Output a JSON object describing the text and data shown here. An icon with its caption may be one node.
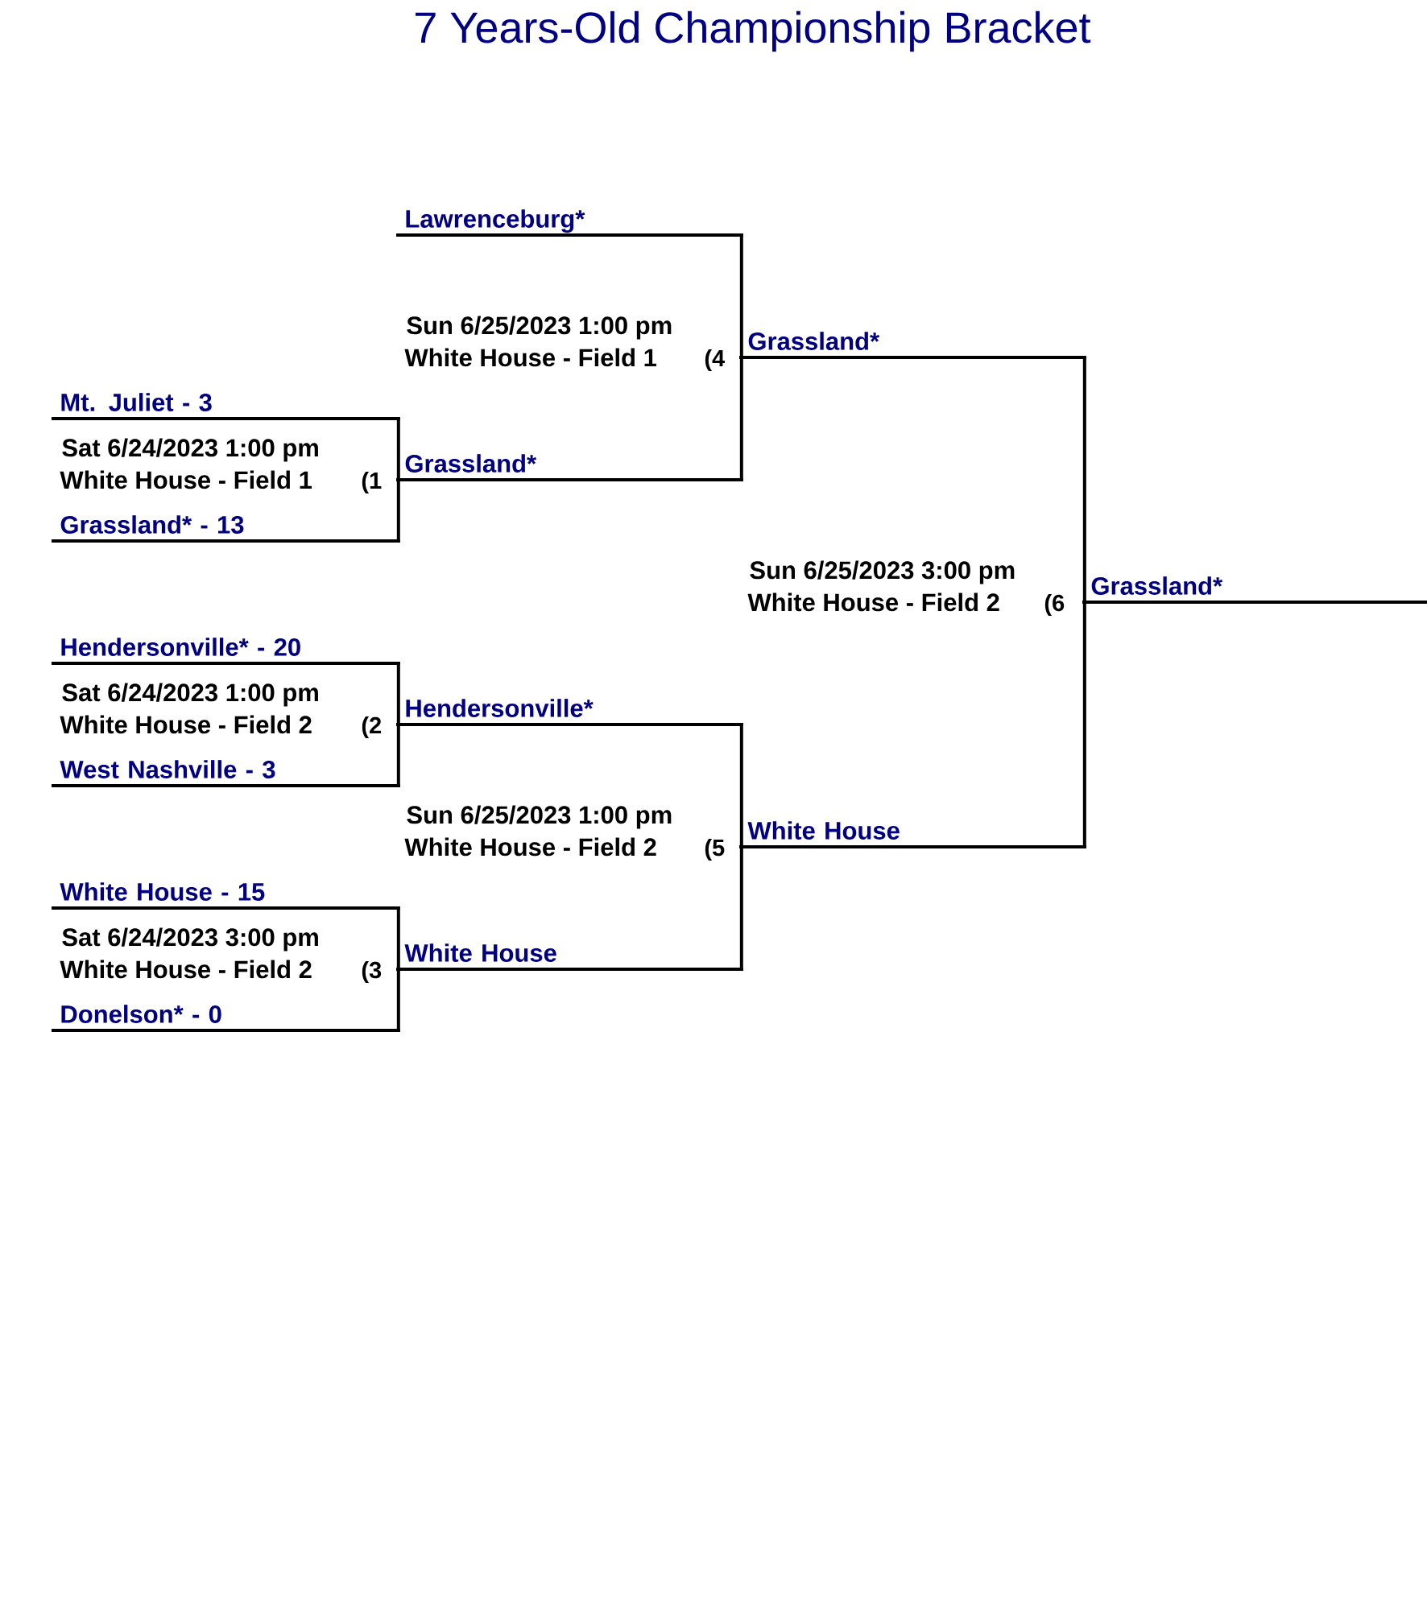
{
  "diagram": {
    "title": "7 Years-Old Championship Bracket",
    "nodes": [
      {
        "text": [
          "Mt. Juliet - 3"
        ]
      },
      {
        "text": [
          "Grassland* - 13"
        ]
      },
      {
        "text": [
          "Hendersonville* - 20"
        ]
      },
      {
        "text": [
          "West Nashville - 3"
        ]
      },
      {
        "text": [
          "White House - 15"
        ]
      },
      {
        "text": [
          "Donelson* - 0"
        ]
      },
      {
        "text": [
          "Lawrenceburg*"
        ]
      },
      {
        "text": [
          "Grassland*"
        ]
      },
      {
        "text": [
          "Hendersonville*"
        ]
      },
      {
        "text": [
          "White House"
        ]
      },
      {
        "text": [
          "Grassland*"
        ]
      },
      {
        "text": [
          "White House"
        ]
      },
      {
        "text": [
          "Grassland*"
        ]
      }
    ],
    "edges": [
      {
        "from": 0,
        "to": 7,
        "arrow": "none"
      },
      {
        "from": 1,
        "to": 7,
        "arrow": "none"
      },
      {
        "from": 2,
        "to": 8,
        "arrow": "none"
      },
      {
        "from": 3,
        "to": 8,
        "arrow": "none"
      },
      {
        "from": 4,
        "to": 9,
        "arrow": "none"
      },
      {
        "from": 5,
        "to": 9,
        "arrow": "none"
      },
      {
        "from": 6,
        "to": 10,
        "arrow": "none"
      },
      {
        "from": 7,
        "to": 10,
        "arrow": "none"
      },
      {
        "from": 8,
        "to": 11,
        "arrow": "none"
      },
      {
        "from": 9,
        "to": 11,
        "arrow": "none"
      },
      {
        "from": 10,
        "to": 12,
        "arrow": "none"
      },
      {
        "from": 11,
        "to": 12,
        "arrow": "none"
      }
    ],
    "labels": [
      "Sun 6/25/2023 1:00 pm",
      "White House - Field 1",
      "(4",
      "Sat 6/24/2023 1:00 pm",
      "White House - Field 1",
      "(1",
      "Sun 6/25/2023 3:00 pm",
      "White House - Field 2",
      "(6",
      "Sat 6/24/2023 1:00 pm",
      "White House - Field 2",
      "(2",
      "Sun 6/25/2023 1:00 pm",
      "White House - Field 2",
      "(5",
      "Sat 6/24/2023 3:00 pm",
      "White House - Field 2",
      "(3"
    ]
  }
}
